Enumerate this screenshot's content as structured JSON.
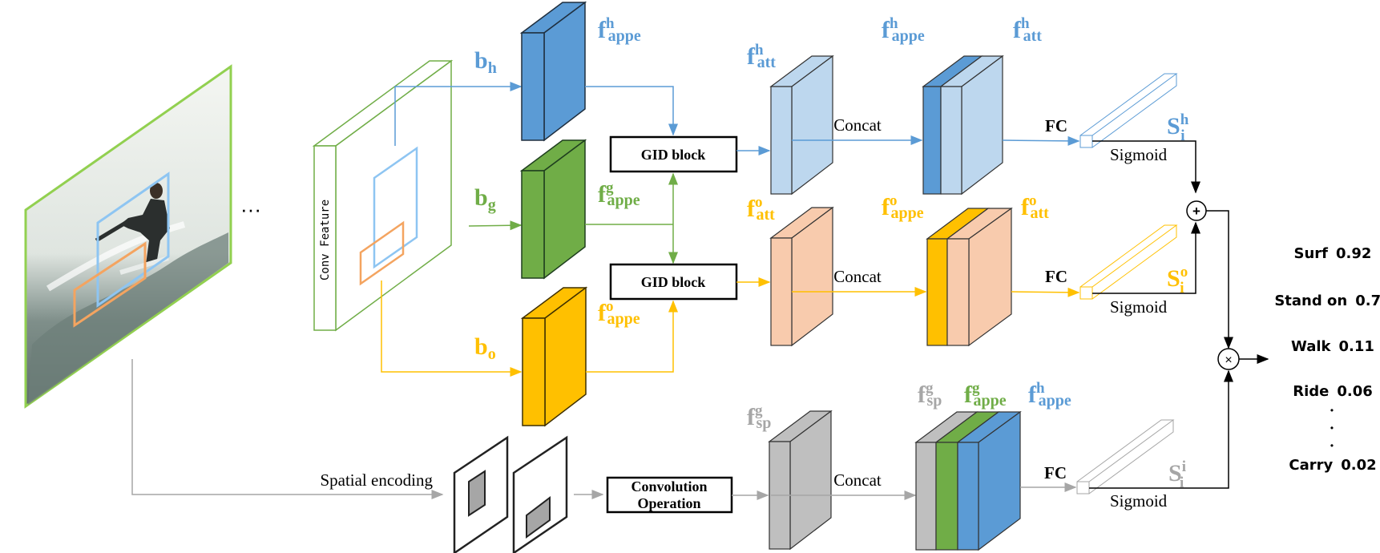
{
  "colors": {
    "human": "#5B9BD5",
    "human_light": "#BDD7EE",
    "group": "#70AD47",
    "object": "#FFC000",
    "object_light": "#F8CBAD",
    "spatial": "#BFBFBF",
    "spatial_text": "#A6A6A6",
    "frame": "#92D050",
    "conv_frame": "#70AD47",
    "box_orange": "#F4A460",
    "box_blue": "#8EC5F2",
    "black": "#000000"
  },
  "input": {
    "ellipsis": "···",
    "conv_feature_label": "Conv Feature"
  },
  "boxes": {
    "bh": {
      "base": "b",
      "sub": "h"
    },
    "bg": {
      "base": "b",
      "sub": "g"
    },
    "bo": {
      "base": "b",
      "sub": "o"
    }
  },
  "features": {
    "f_h_appe": {
      "base": "f",
      "sup": "h",
      "sub": "appe"
    },
    "f_g_appe": {
      "base": "f",
      "sup": "g",
      "sub": "appe"
    },
    "f_o_appe": {
      "base": "f",
      "sup": "o",
      "sub": "appe"
    },
    "f_h_att": {
      "base": "f",
      "sup": "h",
      "sub": "att"
    },
    "f_o_att": {
      "base": "f",
      "sup": "o",
      "sub": "att"
    },
    "f_g_sp": {
      "base": "f",
      "sup": "g",
      "sub": "sp"
    }
  },
  "blocks": {
    "gid_top": "GID block",
    "gid_bottom": "GID block",
    "conv_op_line1": "Convolution",
    "conv_op_line2": "Operation"
  },
  "ops": {
    "concat": "Concat",
    "fc": "FC",
    "sigmoid": "Sigmoid",
    "spatial_encoding": "Spatial encoding",
    "plus": "+",
    "times": "×"
  },
  "scores": {
    "s_h": {
      "base": "S",
      "sup": "h",
      "sub": "i"
    },
    "s_o": {
      "base": "S",
      "sup": "o",
      "sub": "i"
    },
    "s_i": {
      "base": "S",
      "sup": "i",
      "sub": "i"
    }
  },
  "results": [
    {
      "action": "Surf",
      "score": "0.92"
    },
    {
      "action": "Stand on",
      "score": "0.73"
    },
    {
      "action": "Walk",
      "score": "0.11"
    },
    {
      "action": "Ride",
      "score": "0.06"
    },
    {
      "action": "Carry",
      "score": "0.02"
    }
  ],
  "results_ellipsis": "•"
}
